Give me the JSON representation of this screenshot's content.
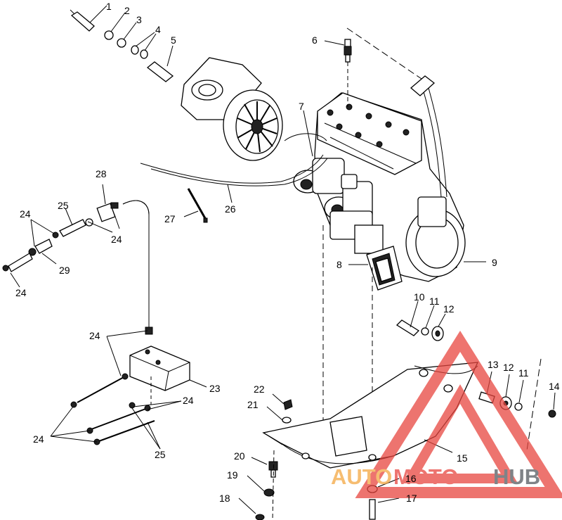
{
  "callouts": [
    {
      "id": "c1",
      "text": "1"
    },
    {
      "id": "c2",
      "text": "2"
    },
    {
      "id": "c3",
      "text": "3"
    },
    {
      "id": "c4",
      "text": "4"
    },
    {
      "id": "c5",
      "text": "5"
    },
    {
      "id": "c6",
      "text": "6"
    },
    {
      "id": "c7",
      "text": "7"
    },
    {
      "id": "c8",
      "text": "8"
    },
    {
      "id": "c9",
      "text": "9"
    },
    {
      "id": "c10",
      "text": "10"
    },
    {
      "id": "c11a",
      "text": "11"
    },
    {
      "id": "c12a",
      "text": "12"
    },
    {
      "id": "c13",
      "text": "13"
    },
    {
      "id": "c12b",
      "text": "12"
    },
    {
      "id": "c11b",
      "text": "11"
    },
    {
      "id": "c14",
      "text": "14"
    },
    {
      "id": "c15",
      "text": "15"
    },
    {
      "id": "c16",
      "text": "16"
    },
    {
      "id": "c17",
      "text": "17"
    },
    {
      "id": "c18",
      "text": "18"
    },
    {
      "id": "c19",
      "text": "19"
    },
    {
      "id": "c20",
      "text": "20"
    },
    {
      "id": "c21",
      "text": "21"
    },
    {
      "id": "c22",
      "text": "22"
    },
    {
      "id": "c23",
      "text": "23"
    },
    {
      "id": "c24a",
      "text": "24"
    },
    {
      "id": "c24b",
      "text": "24"
    },
    {
      "id": "c24c",
      "text": "24"
    },
    {
      "id": "c24d",
      "text": "24"
    },
    {
      "id": "c24e",
      "text": "24"
    },
    {
      "id": "c24f",
      "text": "24"
    },
    {
      "id": "c25a",
      "text": "25"
    },
    {
      "id": "c25b",
      "text": "25"
    },
    {
      "id": "c26",
      "text": "26"
    },
    {
      "id": "c27",
      "text": "27"
    },
    {
      "id": "c28",
      "text": "28"
    },
    {
      "id": "c29",
      "text": "29"
    }
  ],
  "watermark": {
    "part1": "AUTO",
    "part2": "MOTO",
    "part3": "HUB",
    "colors": {
      "auto": "#f4a742",
      "moto": "#e8463f",
      "hub": "#555a60"
    }
  }
}
